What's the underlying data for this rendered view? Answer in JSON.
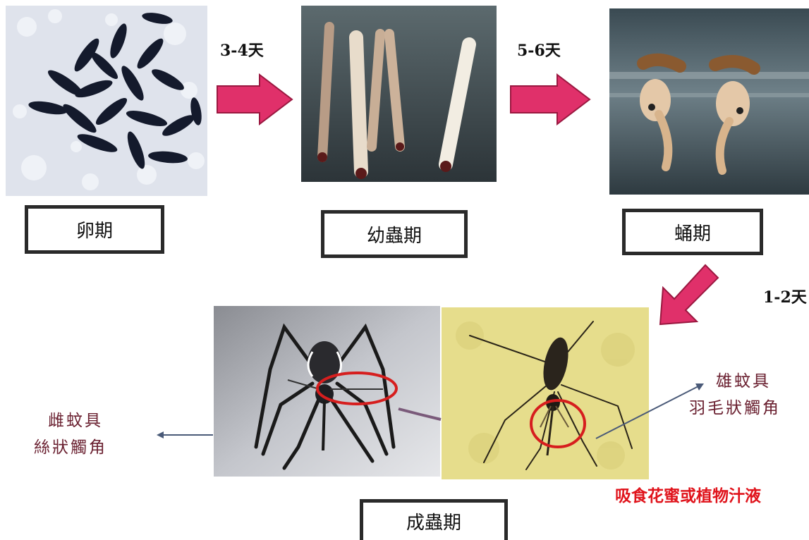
{
  "stages": {
    "egg": {
      "label": "卵期"
    },
    "larva": {
      "label": "幼蟲期"
    },
    "pupa": {
      "label": "蛹期"
    },
    "adult": {
      "label": "成蟲期"
    }
  },
  "durations": {
    "egg_to_larva": "3-4天",
    "larva_to_pupa": "5-6天",
    "pupa_to_adult": "1-2天"
  },
  "annotations": {
    "female_line1": "雌蚊具",
    "female_line2": "絲狀觸角",
    "male_line1": "雄蚊具",
    "male_line2": "羽毛狀觸角",
    "feeding": "吸食花蜜或植物汁液"
  },
  "colors": {
    "arrow_fill": "#e0306a",
    "arrow_edge": "#9a1840",
    "highlight_circle": "#d61e1e",
    "note_text": "#6a2030",
    "feeding_text": "#e0141c"
  }
}
